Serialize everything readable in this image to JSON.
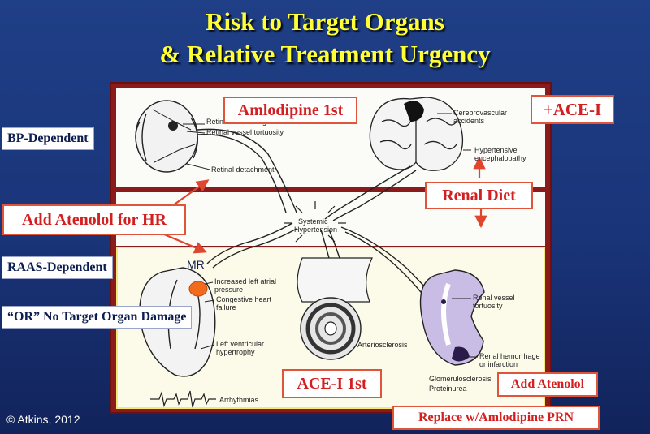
{
  "title": {
    "line1": "Risk to Target Organs",
    "line2": "& Relative Treatment Urgency"
  },
  "side_labels": {
    "bp_dependent": "BP-Dependent",
    "raas_dependent": "RAAS-Dependent",
    "no_damage": "“OR” No Target Organ Damage"
  },
  "treatments": {
    "amlodipine_first": "Amlodipine 1st",
    "ace_i_plus": "+ACE-I",
    "renal_diet": "Renal Diet",
    "add_atenolol_hr": "Add Atenolol for HR",
    "ace_i_first": "ACE-I 1st",
    "add_atenolol": "Add Atenolol",
    "replace_amlodipine": "Replace w/Amlodipine PRN"
  },
  "diagram_labels": {
    "retinal_hemorrhage": "Retinal hemorrhage",
    "retinal_vessel": "Retinal vessel tortuosity",
    "retinal_detachment": "Retinal detachment",
    "cerebrovascular": "Cerebrovascular",
    "accidents": "accidents",
    "hypertensive": "Hypertensive",
    "encephalopathy": "encephalopathy",
    "systemic": "Systemic",
    "hypertension": "Hypertension",
    "mr": "MR",
    "increased_atrial_1": "Increased left atrial",
    "increased_atrial_2": "pressure",
    "chf_1": "Congestive heart",
    "chf_2": "failure",
    "lvh_1": "Left ventricular",
    "lvh_2": "hypertrophy",
    "arrhythmias": "Arrhythmias",
    "arteriosclerosis": "Arteriosclerosis",
    "renal_vessel_1": "Renal vessel",
    "renal_vessel_2": "tortuosity",
    "renal_hem_1": "Renal hemorrhage",
    "renal_hem_2": "or infarction",
    "glomerulo": "Glomerulosclerosis",
    "proteinurea": "Proteinurea"
  },
  "copyright": "© Atkins, 2012",
  "colors": {
    "background": "#1f3f86",
    "title": "#ffff33",
    "frame": "#8b1b1b",
    "treatment_text": "#d31f1f",
    "arrow": "#e0452d",
    "raas_band_border": "#f1ea7a"
  }
}
